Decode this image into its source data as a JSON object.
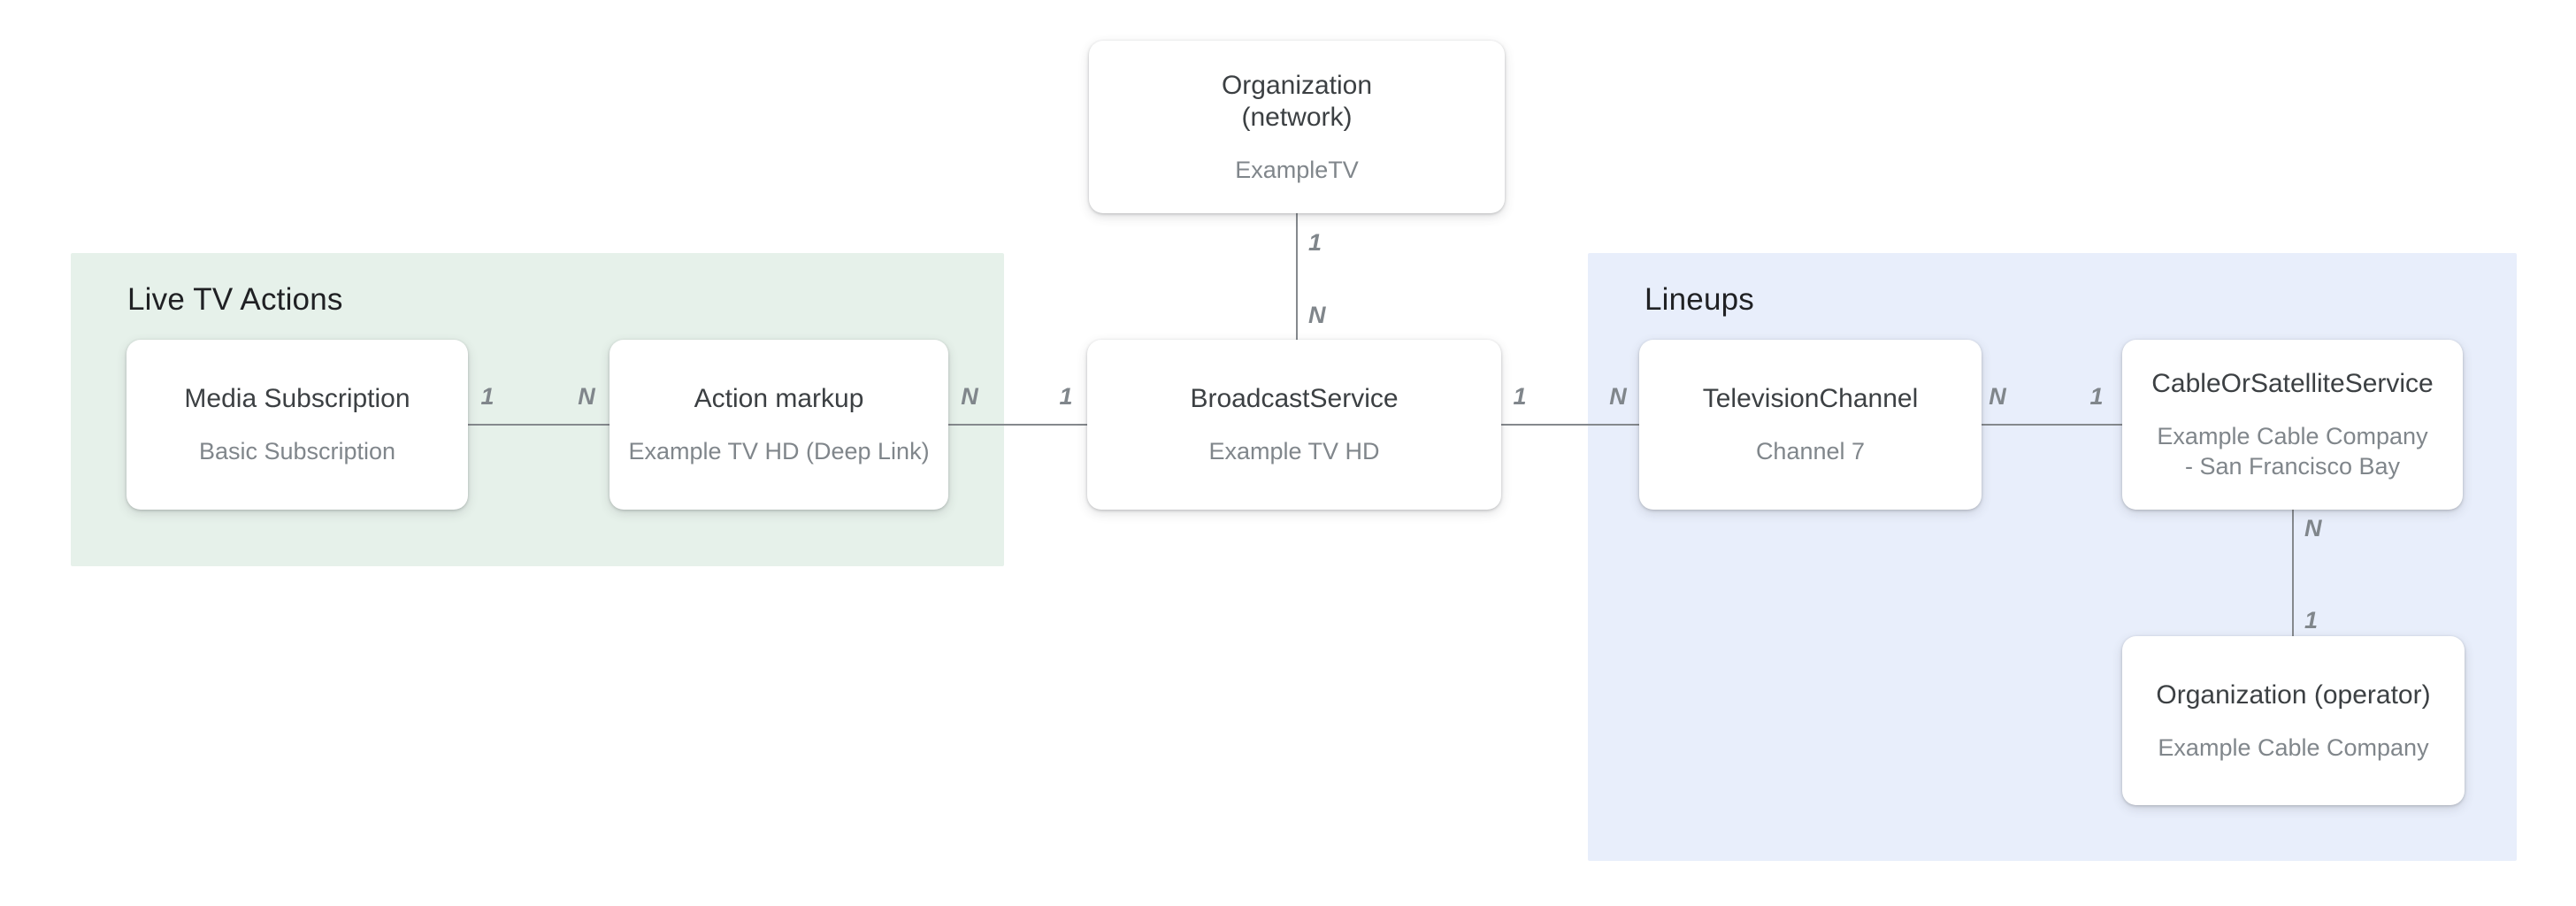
{
  "diagram": {
    "sections": {
      "live_tv": {
        "label": "Live TV Actions",
        "bg_color": "#e6f1ea"
      },
      "lineups": {
        "label": "Lineups",
        "bg_color": "#e8eefb"
      }
    },
    "nodes": {
      "organization_network": {
        "title": "Organization (network)",
        "subtitle": "ExampleTV"
      },
      "media_subscription": {
        "title": "Media Subscription",
        "subtitle": "Basic Subscription"
      },
      "action_markup": {
        "title": "Action markup",
        "subtitle": "Example TV HD (Deep Link)"
      },
      "broadcast_service": {
        "title": "BroadcastService",
        "subtitle": "Example TV HD"
      },
      "television_channel": {
        "title": "TelevisionChannel",
        "subtitle": "Channel 7"
      },
      "cable_or_satellite": {
        "title": "CableOrSatelliteService",
        "subtitle": "Example Cable Company - San Francisco Bay"
      },
      "organization_operator": {
        "title": "Organization (operator)",
        "subtitle": "Example Cable Company"
      }
    },
    "cardinalities": {
      "network_to_broadcast": {
        "from": "1",
        "to": "N"
      },
      "media_to_action": {
        "from": "1",
        "to": "N"
      },
      "action_to_broadcast": {
        "from": "N",
        "to": "1"
      },
      "broadcast_to_channel": {
        "from": "1",
        "to": "N"
      },
      "channel_to_cable": {
        "from": "N",
        "to": "1"
      },
      "cable_to_operator": {
        "from": "N",
        "to": "1"
      }
    },
    "line_color": "#85898d"
  }
}
